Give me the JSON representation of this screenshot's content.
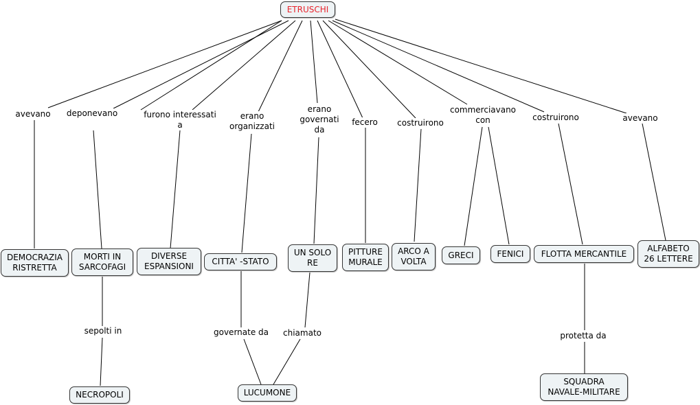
{
  "title": "ETRUSCHI",
  "colors": {
    "root_text": "#e8242c",
    "node_fill": "#eef3f5",
    "line": "#000000"
  },
  "nodes": {
    "root": "ETRUSCHI",
    "democrazia": "DEMOCRAZIA\nRISTRETTA",
    "morti": "MORTI IN\nSARCOFAGI",
    "diverse": "DIVERSE\nESPANSIONI",
    "citta": "CITTA' -STATO",
    "re": "UN SOLO\nRE",
    "pitture": "PITTURE\nMURALE",
    "arco": "ARCO A\nVOLTA",
    "greci": "GRECI",
    "fenici": "FENICI",
    "flotta": "FLOTTA MERCANTILE",
    "alfabeto": "ALFABETO\n26 LETTERE",
    "necropoli": "NECROPOLI",
    "lucumone": "LUCUMONE",
    "squadra": "SQUADRA\nNAVALE-MILITARE"
  },
  "links": {
    "avevano1": "avevano",
    "deponevano": "deponevano",
    "furono": "furono interessati\na",
    "organizzati": "erano\norganizzati",
    "governati": "erano\ngovernati\nda",
    "fecero": "fecero",
    "costruirono1": "costruirono",
    "commerciavano": "commerciavano\ncon",
    "costruirono2": "costruirono",
    "avevano2": "avevano",
    "sepolti": "sepolti in",
    "governate": "governate da",
    "chiamato": "chiamato",
    "protetta": "protetta da"
  }
}
